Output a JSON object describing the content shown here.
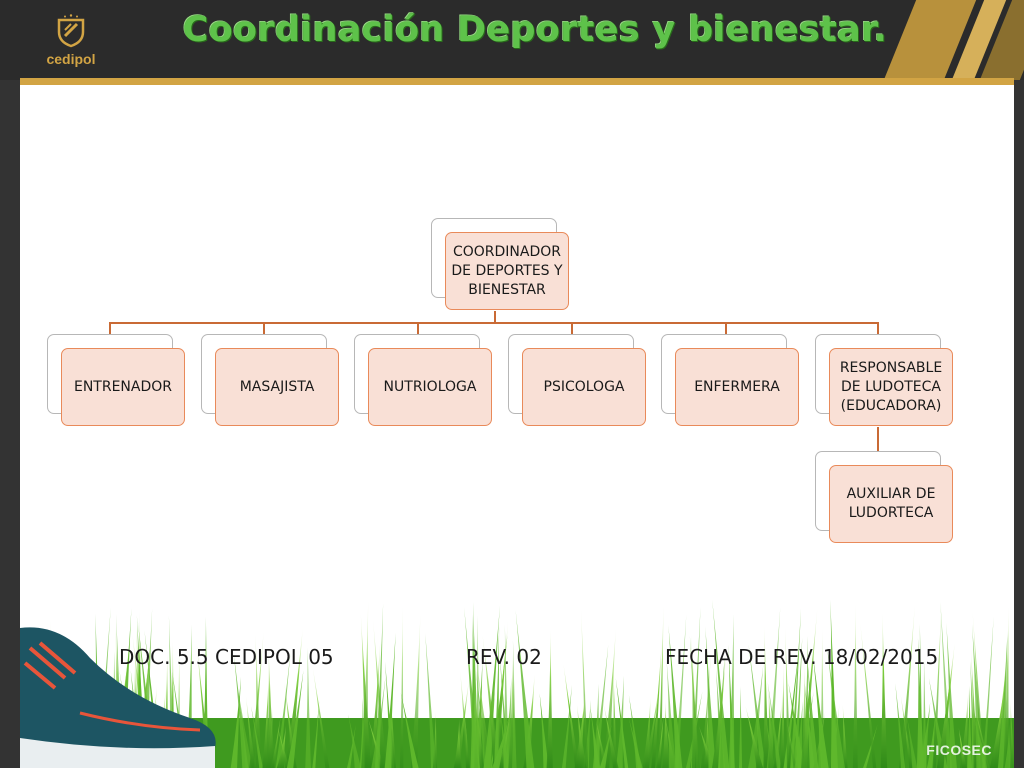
{
  "header": {
    "logo_text": "cedipol",
    "title": "Coordinación Deportes y bienestar."
  },
  "org_chart": {
    "root": "COORDINADOR DE DEPORTES Y BIENESTAR",
    "children": [
      "ENTRENADOR",
      "MASAJISTA",
      "NUTRIOLOGA",
      "PSICOLOGA",
      "ENFERMERA",
      "RESPONSABLE DE LUDOTECA (EDUCADORA)"
    ],
    "sub_child": "AUXILIAR DE LUDORTECA"
  },
  "footer": {
    "doc": "DOC. 5.5 CEDIPOL 05",
    "rev": "REV. 02",
    "date": "FECHA DE REV. 18/02/2015",
    "watermark": "FICOSEC"
  },
  "colors": {
    "title_green": "#5ec24a",
    "box_fill": "#f9e0d6",
    "box_border": "#e98a5a",
    "connector": "#c96a35",
    "header_gold": "#d2a444"
  }
}
